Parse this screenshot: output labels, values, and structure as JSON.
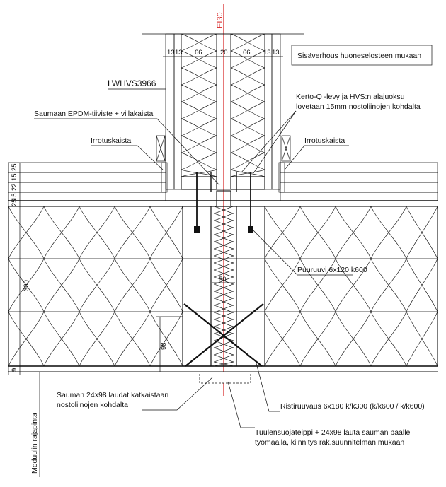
{
  "fire_class": "EI30",
  "wall": {
    "dims": [
      "13",
      "13",
      "66",
      "20",
      "66",
      "13",
      "13"
    ],
    "code": "LWHVS3966"
  },
  "slab": {
    "thickness": "300",
    "dims_left": [
      "25",
      "15",
      "22",
      "15",
      "25"
    ],
    "center_dim": "50",
    "bottom_dim": "9",
    "offset_dim": "98"
  },
  "labels": {
    "interior": "Sisäverhous huoneselosteen mukaan",
    "kerto1": "Kerto-Q -levy ja HVS:n alajuoksu",
    "kerto2": "lovetaan 15mm nostoliinojen kohdalta",
    "seal": "Saumaan EPDM-tiiviste + villakaista",
    "strip_left": "Irrotuskaista",
    "strip_right": "Irrotuskaista",
    "screw": "Puuruuvi 6x120 k600",
    "joint1": "Sauman 24x98 laudat katkaistaan",
    "joint2": "nostoliinojen kohdalta",
    "rister": "Ristiruuvaus 6x180 k/k300 (k/k600 / k/k600)",
    "wind1": "Tuulensuojateippi + 24x98 lauta sauman päälle",
    "wind2": "työmaalla, kiinnitys rak.suunnitelman mukaan",
    "module": "Moduulin rajapinta"
  }
}
